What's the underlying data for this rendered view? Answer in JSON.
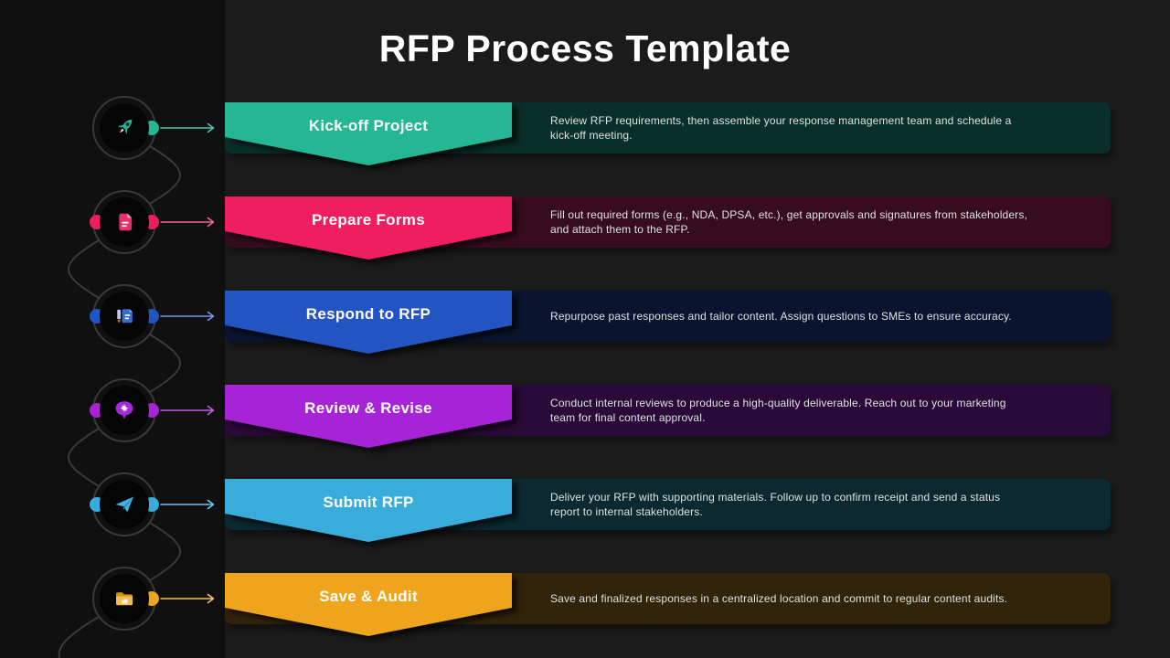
{
  "title": "RFP Process Template",
  "colors": {
    "background": "#1B1B1B",
    "sidebar": "#101010",
    "path_line": "#3A3A3C",
    "icon_circle": "#050505",
    "title_text": "#FFFFFF",
    "description_text": "#DDE3E1",
    "banner_text": "#FFFFFF"
  },
  "steps": [
    {
      "label": "Kick-off Project",
      "description": [
        "Review RFP requirements, then assemble your response management team and schedule a",
        "kick-off meeting."
      ],
      "accent": "#25B794",
      "arrow_color": "#45C7A6",
      "panel_bg": "#0A2E29",
      "icon": "rocket-icon",
      "left_dot": false
    },
    {
      "label": "Prepare Forms",
      "description": [
        "Fill out required forms (e.g., NDA, DPSA, etc.), get approvals and signatures from stakeholders,",
        "and attach them to the RFP."
      ],
      "accent": "#EE1E61",
      "arrow_color": "#F2608F",
      "panel_bg": "#380C1F",
      "icon": "document-icon",
      "left_dot": true
    },
    {
      "label": "Respond to RFP",
      "description": [
        "Repurpose past responses and tailor content. Assign questions to SMEs to ensure accuracy."
      ],
      "accent": "#2254C2",
      "arrow_color": "#7D93E8",
      "panel_bg": "#0A142E",
      "icon": "edit-document-icon",
      "left_dot": true
    },
    {
      "label": "Review & Revise",
      "description": [
        "Conduct internal reviews to produce a high-quality deliverable. Reach out to your marketing",
        "team for final content approval."
      ],
      "accent": "#A723D6",
      "arrow_color": "#C05CE8",
      "panel_bg": "#2A0A38",
      "icon": "sparkle-badge-icon",
      "left_dot": true
    },
    {
      "label": "Submit RFP",
      "description": [
        "Deliver your RFP with supporting materials. Follow up to confirm receipt and send a status",
        "report to internal stakeholders."
      ],
      "accent": "#3AACDB",
      "arrow_color": "#68C6EC",
      "panel_bg": "#0C2831",
      "icon": "paper-plane-icon",
      "left_dot": true
    },
    {
      "label": "Save & Audit",
      "description": [
        "Save and finalized responses in a centralized location and commit to regular content audits."
      ],
      "accent": "#EFA41E",
      "arrow_color": "#F3C161",
      "panel_bg": "#32240A",
      "icon": "folder-icon",
      "left_dot": false
    }
  ]
}
